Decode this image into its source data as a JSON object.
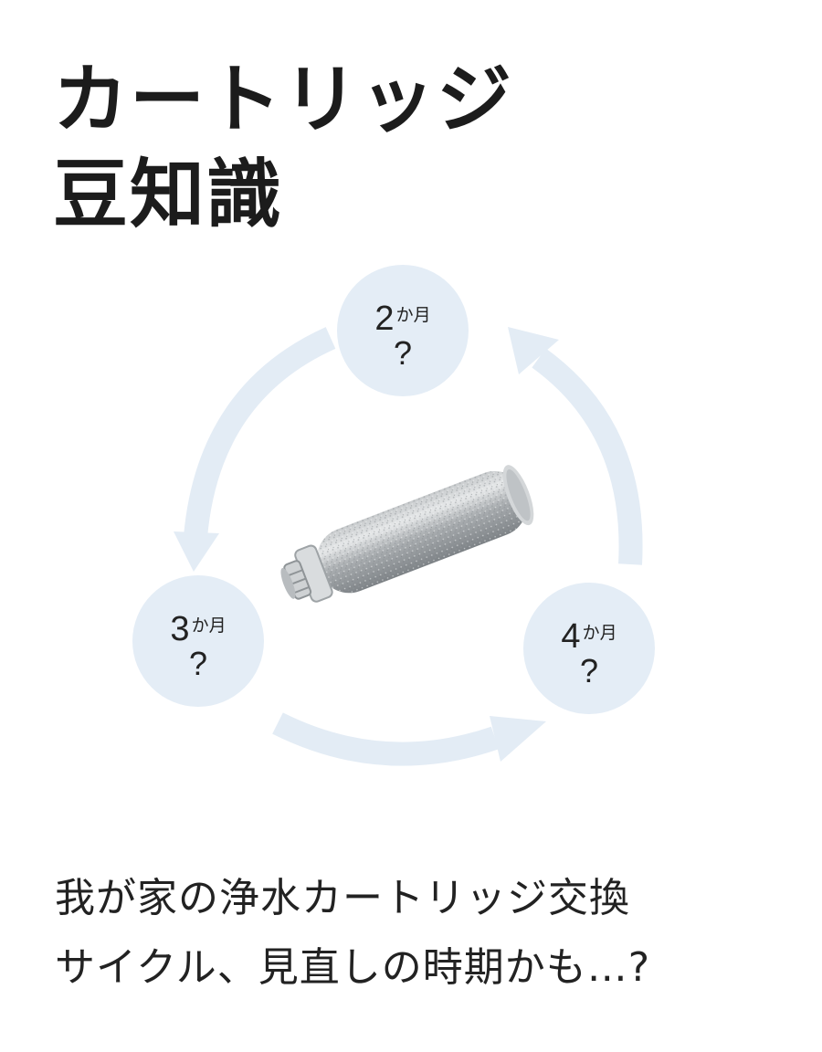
{
  "title": {
    "line1": "カートリッジ",
    "line2": "豆知識"
  },
  "cycle": {
    "items": [
      {
        "number": "2",
        "unit": "か月",
        "question": "?"
      },
      {
        "number": "3",
        "unit": "か月",
        "question": "?"
      },
      {
        "number": "4",
        "unit": "か月",
        "question": "?"
      }
    ]
  },
  "caption": {
    "line1": "我が家の浄水カートリッジ交換",
    "line2": "サイクル、見直しの時期かも…?"
  },
  "colors": {
    "bubble": "#e4edf6",
    "arrow": "#e3ecf5",
    "text": "#1f1f1f"
  }
}
